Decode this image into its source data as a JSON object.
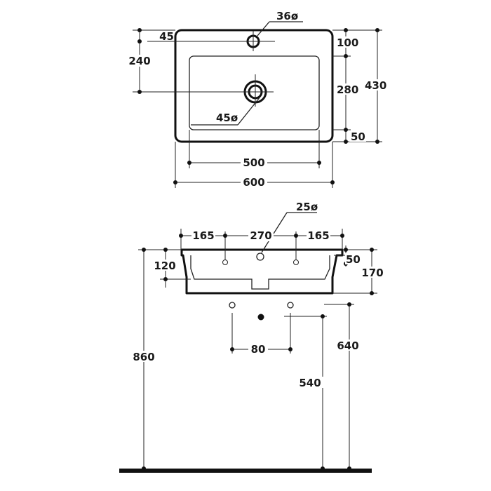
{
  "top_view": {
    "hole_tap": "36ø",
    "hole_drain": "45ø",
    "dim_45": "45",
    "dim_240": "240",
    "dim_100": "100",
    "dim_280": "280",
    "dim_430": "430",
    "dim_50": "50",
    "dim_500": "500",
    "dim_600": "600"
  },
  "front_view": {
    "hole_overflow": "25ø",
    "dim_165_left": "165",
    "dim_270": "270",
    "dim_165_right": "165",
    "dim_50": "50",
    "dim_120": "120",
    "dim_170": "170",
    "dim_860": "860",
    "dim_80": "80",
    "dim_640": "640",
    "dim_540": "540"
  }
}
